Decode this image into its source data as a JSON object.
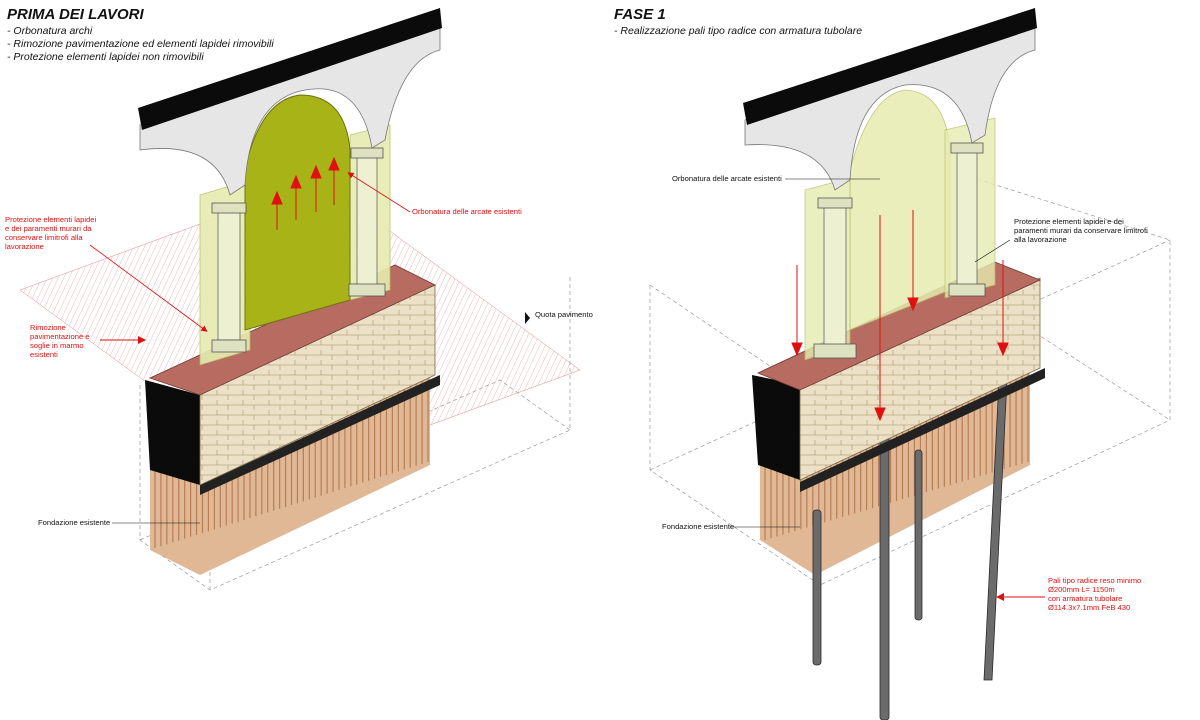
{
  "left_panel": {
    "title": "PRIMA DEI LAVORI",
    "bullets": [
      "- Orbonatura archi",
      "- Rimozione pavimentazione ed elementi lapidei rimovibili",
      "- Protezione elementi lapidei non rimovibili"
    ],
    "annotations": {
      "protezione": [
        "Protezione elementi lapidei",
        "e dei paramenti murari da",
        "conservare limitrofi alla",
        "lavorazione"
      ],
      "rimozione": [
        "Rimozione",
        "pavimentazione e",
        "soglie in marmo",
        "esistenti"
      ],
      "orbonatura": "Orbonatura delle arcate esistenti",
      "quota": "Quota pavimento",
      "fondazione": "Fondazione esistente"
    }
  },
  "right_panel": {
    "title": "FASE 1",
    "bullets": [
      "- Realizzazione pali tipo radice con armatura tubolare"
    ],
    "annotations": {
      "orbonatura": "Orbonatura delle arcate esistenti",
      "protezione": [
        "Protezione elementi lapidei e dei",
        "paramenti murari da conservare limitrofi",
        "alla lavorazione"
      ],
      "fondazione": "Fondazione esistente",
      "pali": [
        "Pali tipo radice reso minimo",
        "Ø200mm L= 1150m",
        "con armatura tubolare",
        "Ø114.3x7.1mm FeB 430"
      ]
    }
  },
  "colors": {
    "annotation_red": "#e01010",
    "brick_top": "#b86b60",
    "stone": "#e8dcc0",
    "olive_shoring": "#a8b317",
    "protection_green": "#e6ecb0",
    "timber_piles": "#e0b896",
    "steel_piles": "#6b6b6b",
    "arch_stone": "#e6e6e6"
  }
}
